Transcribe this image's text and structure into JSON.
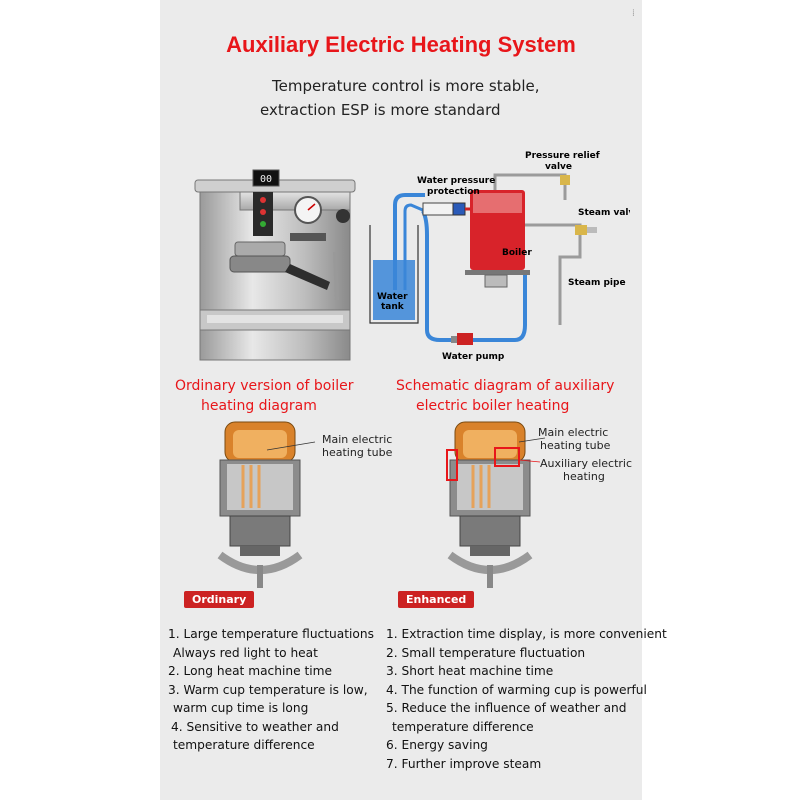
{
  "header": {
    "title": "Auxiliary Electric Heating System",
    "subtitle_line1": "Temperature control is more stable,",
    "subtitle_line2": "extraction ESP is more standard"
  },
  "machine": {
    "display_value": "00"
  },
  "schematic": {
    "labels": {
      "pressure_relief": "Pressure relief",
      "pressure_relief_2": "valve",
      "water_pressure": "Water pressure",
      "water_pressure_2": "protection",
      "steam_valve": "Steam valve",
      "boiler": "Boiler",
      "steam_pipe": "Steam pipe",
      "water_tank": "Water",
      "water_tank_2": "tank",
      "water_pump": "Water pump"
    }
  },
  "ordinary": {
    "heading_line1": "Ordinary version of boiler",
    "heading_line2": "heating diagram",
    "tube_label_1": "Main electric",
    "tube_label_2": "heating tube",
    "badge": "Ordinary",
    "items": [
      "1. Large temperature fluctuations",
      "  Always red light to heat",
      "2. Long heat machine time",
      "3. Warm cup temperature is low,",
      " warm cup time is long",
      "4. Sensitive to weather and",
      " temperature difference"
    ]
  },
  "enhanced": {
    "heading_line1": "Schematic diagram of auxiliary",
    "heading_line2": "electric boiler heating",
    "main_label_1": "Main electric",
    "main_label_2": "heating tube",
    "aux_label_1": "Auxiliary electric",
    "aux_label_2": "heating",
    "badge": "Enhanced",
    "items": [
      "1. Extraction time display, is more convenient",
      "2. Small temperature fluctuation",
      "3. Short heat machine time",
      "4. The function of warming cup is powerful",
      "5. Reduce the influence of weather and",
      "  temperature difference",
      "6. Energy saving",
      "7. Further improve steam"
    ]
  },
  "colors": {
    "accent_red": "#e8161a",
    "badge_red": "#cc2222",
    "water_blue": "#3a86d8",
    "boiler_red": "#d8232a"
  }
}
